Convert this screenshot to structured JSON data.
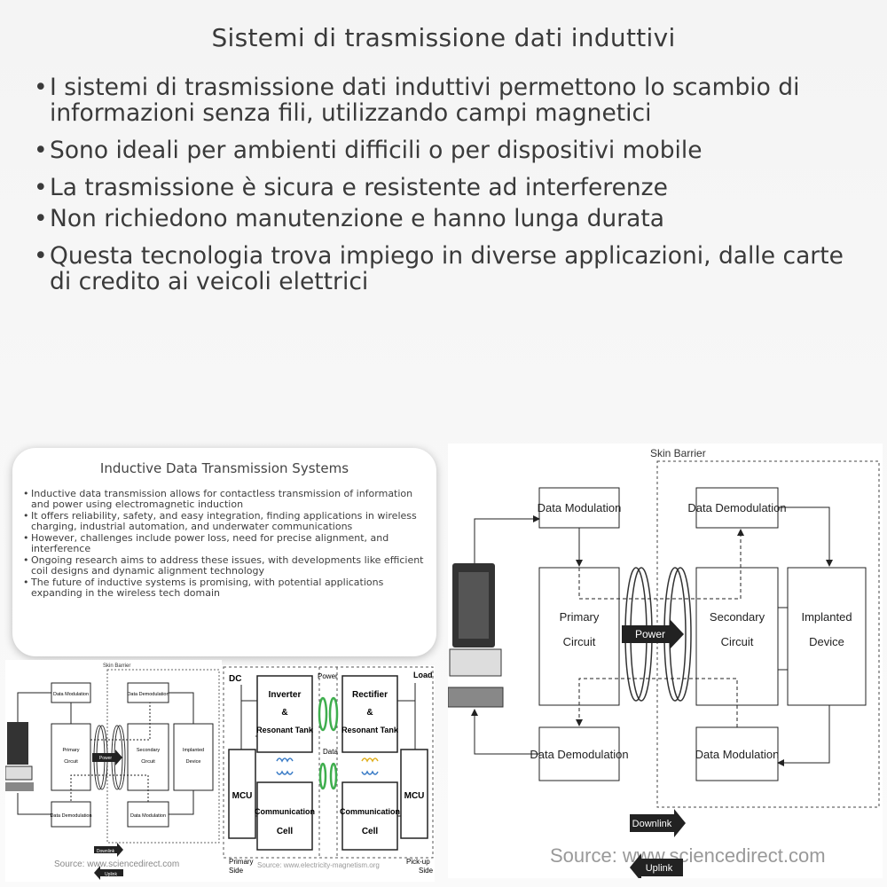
{
  "title": "Sistemi di trasmissione dati induttivi",
  "bullets": [
    "I sistemi di trasmissione dati induttivi permettono lo scambio di informazioni senza fili, utilizzando campi magnetici",
    "Sono ideali per ambienti difficili o per dispositivi mobile",
    "La trasmissione è sicura e resistente ad interferenze",
    "Non richiedono manutenzione e hanno lunga durata",
    "Questa tecnologia trova impiego in diverse applicazioni, dalle carte di credito ai veicoli elettrici"
  ],
  "bullet_marker": "•",
  "card": {
    "title": "Inductive Data Transmission Systems",
    "bullets": [
      "Inductive data transmission allows for contactless transmission of information and power using electromagnetic induction",
      "It offers reliability, safety, and easy integration, finding applications in wireless charging, industrial automation, and underwater communications",
      "However, challenges include power loss, need for precise alignment, and interference",
      "Ongoing research aims to address these issues, with developments like efficient coil designs and dynamic alignment technology",
      "The future of inductive systems is promising, with potential applications expanding in the wireless tech domain"
    ]
  },
  "big_diagram": {
    "skin_barrier": "Skin Barrier",
    "data_modulation_top": "Data Modulation",
    "data_demodulation_top": "Data Demodulation",
    "primary_circuit": [
      "Primary",
      "Circuit"
    ],
    "secondary_circuit": [
      "Secondary",
      "Circuit"
    ],
    "implanted_device": [
      "Implanted",
      "Device"
    ],
    "power": "Power",
    "data_demodulation_bottom": "Data Demodulation",
    "data_modulation_bottom": "Data Modulation",
    "downlink": "Downlink",
    "uplink": "Uplink",
    "source": "Source: www.sciencedirect.com"
  },
  "small_left_diagram": {
    "skin_barrier": "Skin Barrier",
    "data_modulation_top": "Data Modulation",
    "data_demodulation_top": "Data Demodulation",
    "primary_circuit": [
      "Primary",
      "Circuit"
    ],
    "secondary_circuit": [
      "Secondary",
      "Circuit"
    ],
    "implanted_device": [
      "Implanted",
      "Device"
    ],
    "power": "Power",
    "data_demodulation_bottom": "Data Demodulation",
    "data_modulation_bottom": "Data Modulation",
    "downlink": "Downlink",
    "uplink": "Uplink",
    "source": "Source: www.sciencedirect.com"
  },
  "mid_diagram": {
    "dc": "DC",
    "power": "Power",
    "load": "Load",
    "inverter": [
      "Inverter",
      "&",
      "Resonant Tank"
    ],
    "rectifier": [
      "Rectifier",
      "&",
      "Resonant Tank"
    ],
    "data": "Data",
    "mcu_left": "MCU",
    "mcu_right": "MCU",
    "comm_left": [
      "Communication",
      "Cell"
    ],
    "comm_right": [
      "Communication",
      "Cell"
    ],
    "primary_side": [
      "Primary",
      "Side"
    ],
    "pickup_side": [
      "Pick-up",
      "Side"
    ],
    "source": "Source: www.electricity-magnetism.org"
  },
  "colors": {
    "text": "#3a3a3a",
    "coil_green": "#3fae4e",
    "coil_blue": "#3f7fc8",
    "coil_yellow": "#e0b020"
  }
}
